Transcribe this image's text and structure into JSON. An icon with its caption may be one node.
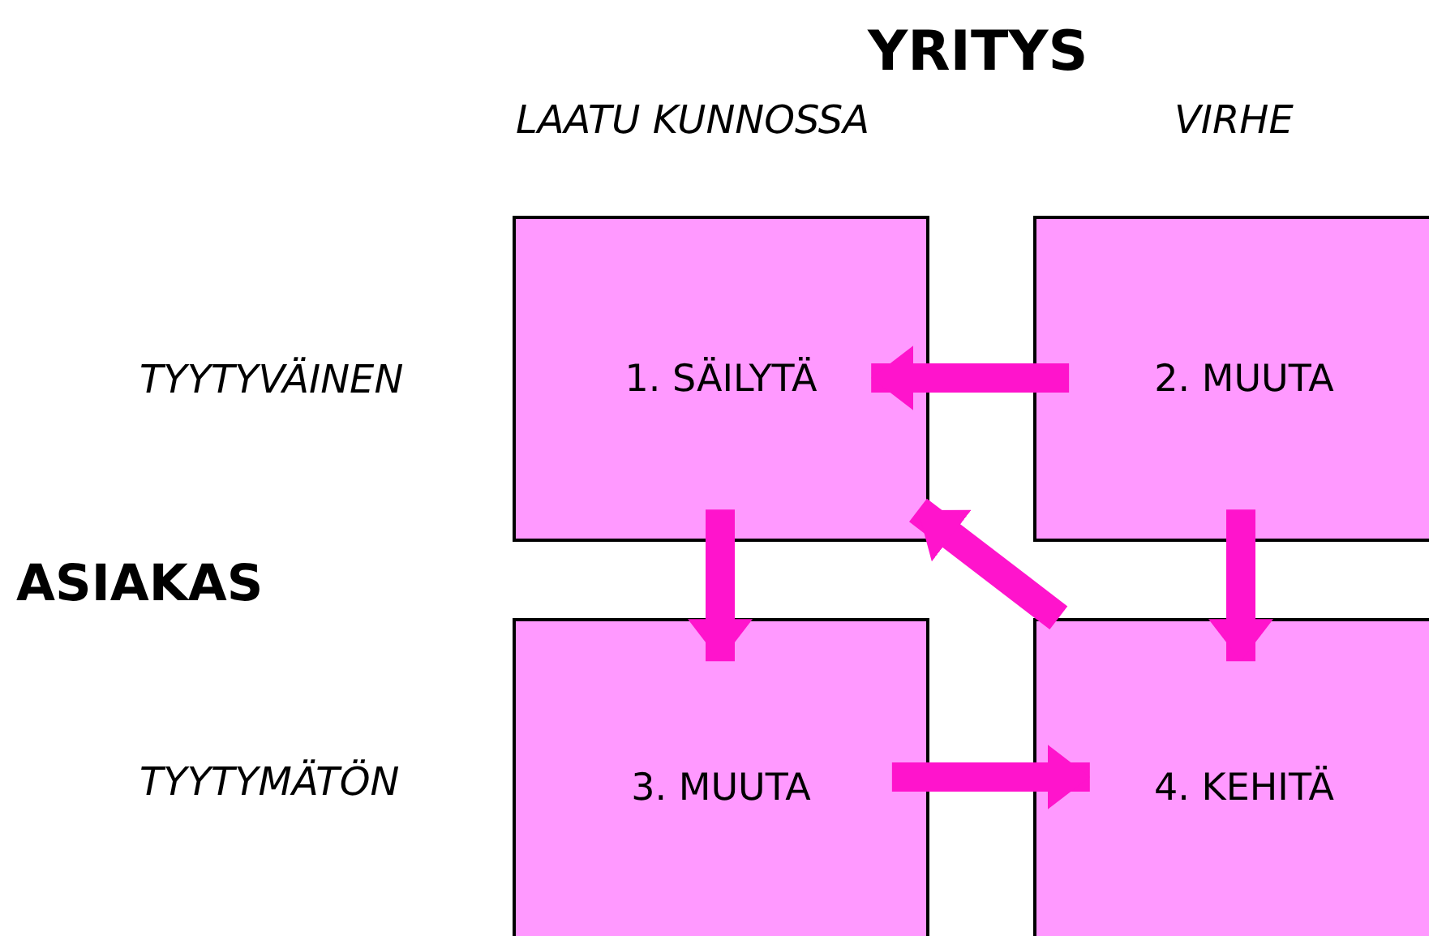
{
  "diagram": {
    "nodes": [
      {
        "text": [
          "1. SÄILYTÄ"
        ]
      },
      {
        "text": [
          "2. MUUTA"
        ]
      },
      {
        "text": [
          "3. MUUTA"
        ]
      },
      {
        "text": [
          "4. KEHITÄ"
        ]
      }
    ],
    "edges": [
      {
        "from": 1,
        "to": 0,
        "arrow": "to"
      },
      {
        "from": 0,
        "to": 2,
        "arrow": "to"
      },
      {
        "from": 1,
        "to": 3,
        "arrow": "to"
      },
      {
        "from": 3,
        "to": 0,
        "arrow": "to"
      },
      {
        "from": 2,
        "to": 3,
        "arrow": "to"
      }
    ],
    "labels": [
      "YRITYS",
      "LAATU KUNNOSSA",
      "VIRHE",
      "TYYTYVÄINEN",
      "ASIAKAS",
      "TYYTYMÄTÖN"
    ]
  }
}
